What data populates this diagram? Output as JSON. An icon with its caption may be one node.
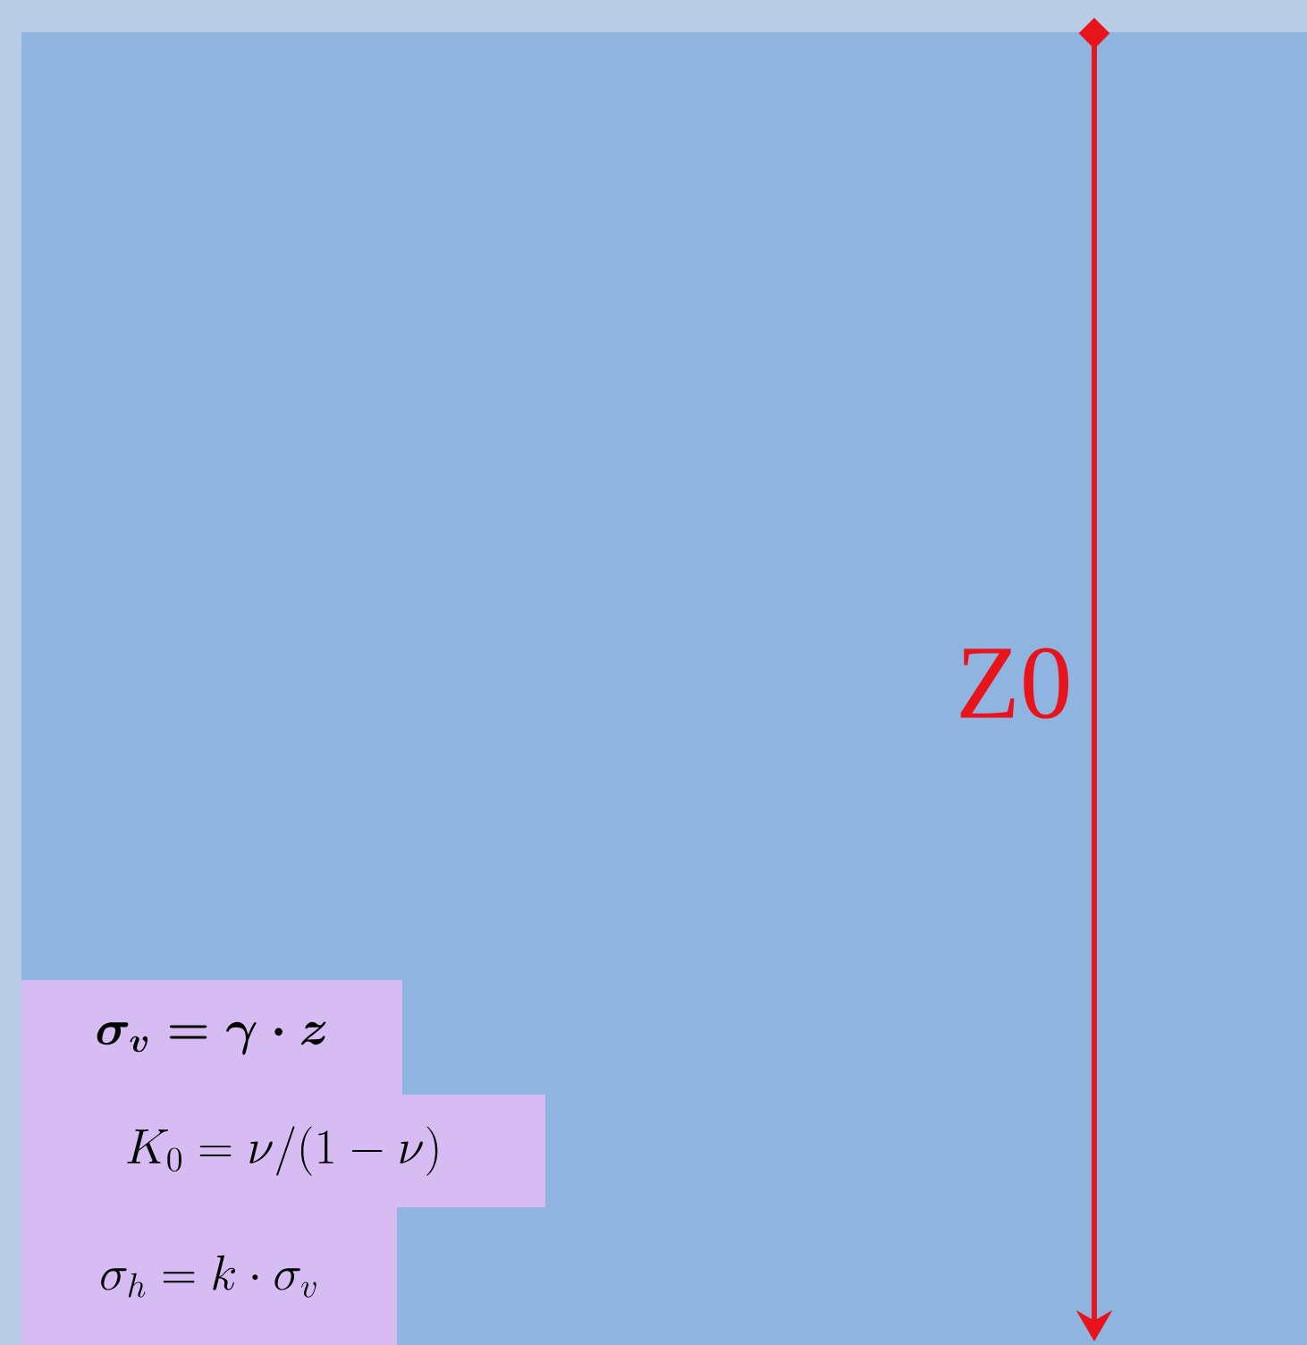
{
  "diagram": {
    "labels": [
      "Z0",
      "\\sigma_{v} = \\gamma \\cdot z",
      "K_0 = \\nu / (1 - \\nu)",
      "\\sigma_{h} = k \\cdot \\sigma_{v}"
    ]
  }
}
